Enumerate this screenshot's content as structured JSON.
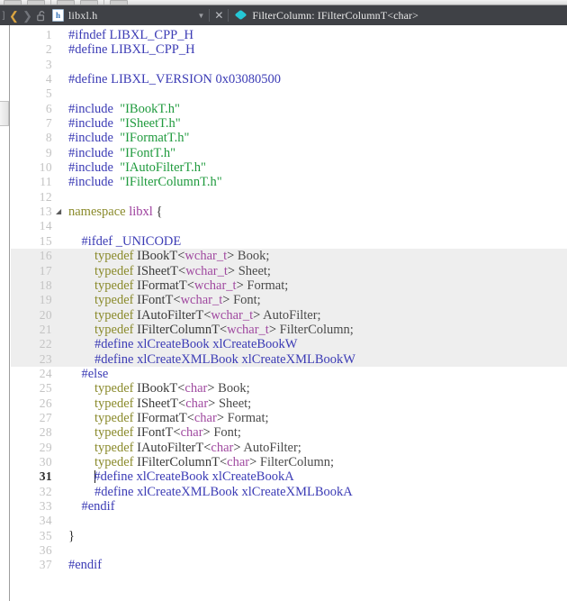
{
  "toolbar": {
    "buttons": [
      "tool-1",
      "tool-2",
      "tool-3",
      "tool-4",
      "tool-5"
    ]
  },
  "tabbar": {
    "back_arrow": "❮",
    "forward_arrow": "❯",
    "lock_icon": "unlocked-padlock",
    "file_icon_letter": "h",
    "file_name": "libxl.h",
    "dropdown_caret": "▼",
    "close_label": "✕",
    "breadcrumb_icon": "cyan-diamond-icon",
    "breadcrumb_text": "FilterColumn: IFilterColumnT<char>",
    "background_color": "#3f4146"
  },
  "editor": {
    "current_line": 31,
    "fold_marker": "◢",
    "shaded_region_color": "#eeeeee",
    "lines": [
      {
        "n": 1,
        "segs": [
          {
            "t": "#ifndef ",
            "c": "pp"
          },
          {
            "t": "LIBXL_CPP_H",
            "c": "pp"
          }
        ]
      },
      {
        "n": 2,
        "segs": [
          {
            "t": "#define ",
            "c": "pp"
          },
          {
            "t": "LIBXL_CPP_H",
            "c": "pp"
          }
        ]
      },
      {
        "n": 3,
        "segs": []
      },
      {
        "n": 4,
        "segs": [
          {
            "t": "#define ",
            "c": "pp"
          },
          {
            "t": "LIBXL_VERSION 0x03080500",
            "c": "pp"
          }
        ]
      },
      {
        "n": 5,
        "segs": []
      },
      {
        "n": 6,
        "segs": [
          {
            "t": "#include  ",
            "c": "pp"
          },
          {
            "t": "\"IBookT.h\"",
            "c": "str"
          }
        ]
      },
      {
        "n": 7,
        "segs": [
          {
            "t": "#include  ",
            "c": "pp"
          },
          {
            "t": "\"ISheetT.h\"",
            "c": "str"
          }
        ]
      },
      {
        "n": 8,
        "segs": [
          {
            "t": "#include  ",
            "c": "pp"
          },
          {
            "t": "\"IFormatT.h\"",
            "c": "str"
          }
        ]
      },
      {
        "n": 9,
        "segs": [
          {
            "t": "#include  ",
            "c": "pp"
          },
          {
            "t": "\"IFontT.h\"",
            "c": "str"
          }
        ]
      },
      {
        "n": 10,
        "segs": [
          {
            "t": "#include  ",
            "c": "pp"
          },
          {
            "t": "\"IAutoFilterT.h\"",
            "c": "str"
          }
        ]
      },
      {
        "n": 11,
        "segs": [
          {
            "t": "#include  ",
            "c": "pp"
          },
          {
            "t": "\"IFilterColumnT.h\"",
            "c": "str"
          }
        ]
      },
      {
        "n": 12,
        "segs": []
      },
      {
        "n": 13,
        "fold": true,
        "segs": [
          {
            "t": "namespace ",
            "c": "kw"
          },
          {
            "t": "libxl",
            "c": "ns"
          },
          {
            "t": " {",
            "c": "punct"
          }
        ]
      },
      {
        "n": 14,
        "segs": []
      },
      {
        "n": 15,
        "segs": [
          {
            "t": "    ",
            "c": "punct"
          },
          {
            "t": "#ifdef _UNICODE",
            "c": "pp"
          }
        ]
      },
      {
        "n": 16,
        "shaded": true,
        "segs": [
          {
            "t": "        ",
            "c": "punct"
          },
          {
            "t": "typedef ",
            "c": "kw"
          },
          {
            "t": "IBookT",
            "c": "type"
          },
          {
            "t": "<",
            "c": "punct"
          },
          {
            "t": "wchar_t",
            "c": "tmpl"
          },
          {
            "t": "> ",
            "c": "punct"
          },
          {
            "t": "Book;",
            "c": "alias"
          }
        ]
      },
      {
        "n": 17,
        "shaded": true,
        "segs": [
          {
            "t": "        ",
            "c": "punct"
          },
          {
            "t": "typedef ",
            "c": "kw"
          },
          {
            "t": "ISheetT",
            "c": "type"
          },
          {
            "t": "<",
            "c": "punct"
          },
          {
            "t": "wchar_t",
            "c": "tmpl"
          },
          {
            "t": "> ",
            "c": "punct"
          },
          {
            "t": "Sheet;",
            "c": "alias"
          }
        ]
      },
      {
        "n": 18,
        "shaded": true,
        "segs": [
          {
            "t": "        ",
            "c": "punct"
          },
          {
            "t": "typedef ",
            "c": "kw"
          },
          {
            "t": "IFormatT",
            "c": "type"
          },
          {
            "t": "<",
            "c": "punct"
          },
          {
            "t": "wchar_t",
            "c": "tmpl"
          },
          {
            "t": "> ",
            "c": "punct"
          },
          {
            "t": "Format;",
            "c": "alias"
          }
        ]
      },
      {
        "n": 19,
        "shaded": true,
        "segs": [
          {
            "t": "        ",
            "c": "punct"
          },
          {
            "t": "typedef ",
            "c": "kw"
          },
          {
            "t": "IFontT",
            "c": "type"
          },
          {
            "t": "<",
            "c": "punct"
          },
          {
            "t": "wchar_t",
            "c": "tmpl"
          },
          {
            "t": "> ",
            "c": "punct"
          },
          {
            "t": "Font;",
            "c": "alias"
          }
        ]
      },
      {
        "n": 20,
        "shaded": true,
        "segs": [
          {
            "t": "        ",
            "c": "punct"
          },
          {
            "t": "typedef ",
            "c": "kw"
          },
          {
            "t": "IAutoFilterT",
            "c": "type"
          },
          {
            "t": "<",
            "c": "punct"
          },
          {
            "t": "wchar_t",
            "c": "tmpl"
          },
          {
            "t": "> ",
            "c": "punct"
          },
          {
            "t": "AutoFilter;",
            "c": "alias"
          }
        ]
      },
      {
        "n": 21,
        "shaded": true,
        "segs": [
          {
            "t": "        ",
            "c": "punct"
          },
          {
            "t": "typedef ",
            "c": "kw"
          },
          {
            "t": "IFilterColumnT",
            "c": "type"
          },
          {
            "t": "<",
            "c": "punct"
          },
          {
            "t": "wchar_t",
            "c": "tmpl"
          },
          {
            "t": "> ",
            "c": "punct"
          },
          {
            "t": "FilterColumn;",
            "c": "alias"
          }
        ]
      },
      {
        "n": 22,
        "shaded": true,
        "segs": [
          {
            "t": "        ",
            "c": "punct"
          },
          {
            "t": "#define ",
            "c": "pp"
          },
          {
            "t": "xlCreateBook xlCreateBookW",
            "c": "pp"
          }
        ]
      },
      {
        "n": 23,
        "shaded": true,
        "segs": [
          {
            "t": "        ",
            "c": "punct"
          },
          {
            "t": "#define ",
            "c": "pp"
          },
          {
            "t": "xlCreateXMLBook xlCreateXMLBookW",
            "c": "pp"
          }
        ]
      },
      {
        "n": 24,
        "segs": [
          {
            "t": "    ",
            "c": "punct"
          },
          {
            "t": "#else",
            "c": "pp"
          }
        ]
      },
      {
        "n": 25,
        "segs": [
          {
            "t": "        ",
            "c": "punct"
          },
          {
            "t": "typedef ",
            "c": "kw"
          },
          {
            "t": "IBookT",
            "c": "type"
          },
          {
            "t": "<",
            "c": "punct"
          },
          {
            "t": "char",
            "c": "tmpl"
          },
          {
            "t": "> ",
            "c": "punct"
          },
          {
            "t": "Book;",
            "c": "alias"
          }
        ]
      },
      {
        "n": 26,
        "segs": [
          {
            "t": "        ",
            "c": "punct"
          },
          {
            "t": "typedef ",
            "c": "kw"
          },
          {
            "t": "ISheetT",
            "c": "type"
          },
          {
            "t": "<",
            "c": "punct"
          },
          {
            "t": "char",
            "c": "tmpl"
          },
          {
            "t": "> ",
            "c": "punct"
          },
          {
            "t": "Sheet;",
            "c": "alias"
          }
        ]
      },
      {
        "n": 27,
        "segs": [
          {
            "t": "        ",
            "c": "punct"
          },
          {
            "t": "typedef ",
            "c": "kw"
          },
          {
            "t": "IFormatT",
            "c": "type"
          },
          {
            "t": "<",
            "c": "punct"
          },
          {
            "t": "char",
            "c": "tmpl"
          },
          {
            "t": "> ",
            "c": "punct"
          },
          {
            "t": "Format;",
            "c": "alias"
          }
        ]
      },
      {
        "n": 28,
        "segs": [
          {
            "t": "        ",
            "c": "punct"
          },
          {
            "t": "typedef ",
            "c": "kw"
          },
          {
            "t": "IFontT",
            "c": "type"
          },
          {
            "t": "<",
            "c": "punct"
          },
          {
            "t": "char",
            "c": "tmpl"
          },
          {
            "t": "> ",
            "c": "punct"
          },
          {
            "t": "Font;",
            "c": "alias"
          }
        ]
      },
      {
        "n": 29,
        "segs": [
          {
            "t": "        ",
            "c": "punct"
          },
          {
            "t": "typedef ",
            "c": "kw"
          },
          {
            "t": "IAutoFilterT",
            "c": "type"
          },
          {
            "t": "<",
            "c": "punct"
          },
          {
            "t": "char",
            "c": "tmpl"
          },
          {
            "t": "> ",
            "c": "punct"
          },
          {
            "t": "AutoFilter;",
            "c": "alias"
          }
        ]
      },
      {
        "n": 30,
        "segs": [
          {
            "t": "        ",
            "c": "punct"
          },
          {
            "t": "typedef ",
            "c": "kw"
          },
          {
            "t": "IFilterColumnT",
            "c": "type"
          },
          {
            "t": "<",
            "c": "punct"
          },
          {
            "t": "char",
            "c": "tmpl"
          },
          {
            "t": "> ",
            "c": "punct"
          },
          {
            "t": "FilterColumn;",
            "c": "alias"
          }
        ]
      },
      {
        "n": 31,
        "current": true,
        "caret": true,
        "segs": [
          {
            "t": "        ",
            "c": "punct"
          },
          {
            "t": "#define ",
            "c": "pp"
          },
          {
            "t": "xlCreateBook xlCreateBookA",
            "c": "pp"
          }
        ]
      },
      {
        "n": 32,
        "segs": [
          {
            "t": "        ",
            "c": "punct"
          },
          {
            "t": "#define ",
            "c": "pp"
          },
          {
            "t": "xlCreateXMLBook xlCreateXMLBookA",
            "c": "pp"
          }
        ]
      },
      {
        "n": 33,
        "segs": [
          {
            "t": "    ",
            "c": "punct"
          },
          {
            "t": "#endif",
            "c": "pp"
          }
        ]
      },
      {
        "n": 34,
        "segs": []
      },
      {
        "n": 35,
        "segs": [
          {
            "t": "}",
            "c": "punct"
          }
        ]
      },
      {
        "n": 36,
        "segs": []
      },
      {
        "n": 37,
        "segs": [
          {
            "t": "#endif",
            "c": "pp"
          }
        ]
      }
    ]
  }
}
